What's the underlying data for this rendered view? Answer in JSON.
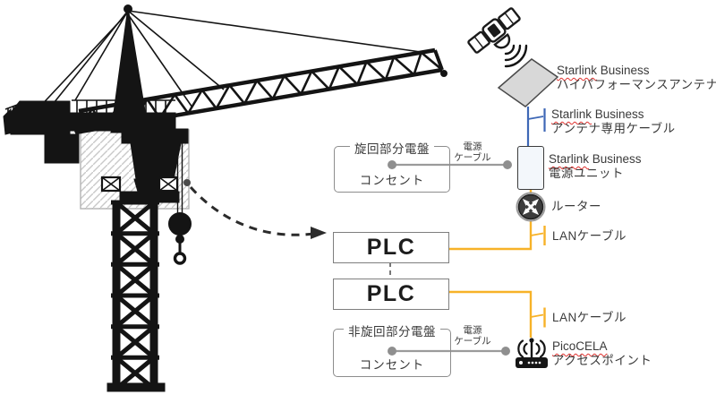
{
  "icons": {
    "crane": "tower-crane-silhouette",
    "satellite": "satellite-icon",
    "antenna_panel": "flat-panel-antenna",
    "router": "router-icon",
    "access_point": "wifi-access-point-icon",
    "power_plug_dots": "plug-endpoint-dots",
    "pointer_arrow": "dashed-pointer-arrow"
  },
  "labels": {
    "antenna": {
      "en_wavy": "Starlink",
      "en_rest": " Business",
      "jp": "ハイパフォーマンスアンテナ"
    },
    "antenna_cable": {
      "en_wavy": "Starlink",
      "en_rest": " Business",
      "jp": "アンテナ専用ケーブル"
    },
    "power_unit": {
      "en_wavy": "Starlink",
      "en_rest": " Business",
      "jp": "電源ユニット"
    },
    "router": {
      "jp": "ルーター"
    },
    "lan_cable_1": {
      "jp": "LANケーブル"
    },
    "lan_cable_2": {
      "jp": "LANケーブル"
    },
    "access_point": {
      "en_wavy": "PicoCELA",
      "jp": "アクセスポイント"
    }
  },
  "plc": {
    "label_1": "PLC",
    "label_2": "PLC"
  },
  "panels": {
    "rotating": {
      "title": "旋回部分電盤",
      "outlet": "コンセント",
      "cable_l1": "電源",
      "cable_l2": "ケーブル"
    },
    "non_rotating": {
      "title": "非旋回部分電盤",
      "outlet": "コンセント",
      "cable_l1": "電源",
      "cable_l2": "ケーブル"
    }
  },
  "colors": {
    "lan_cable": "#F7B228",
    "antenna_cable": "#3E68B6",
    "power_cable": "#9B9B9B",
    "plug_dot": "#8F8F8F",
    "spellcheck_underline": "#E0312E",
    "antenna_panel_fill": "#D8D8D8",
    "crane_black": "#141414"
  }
}
